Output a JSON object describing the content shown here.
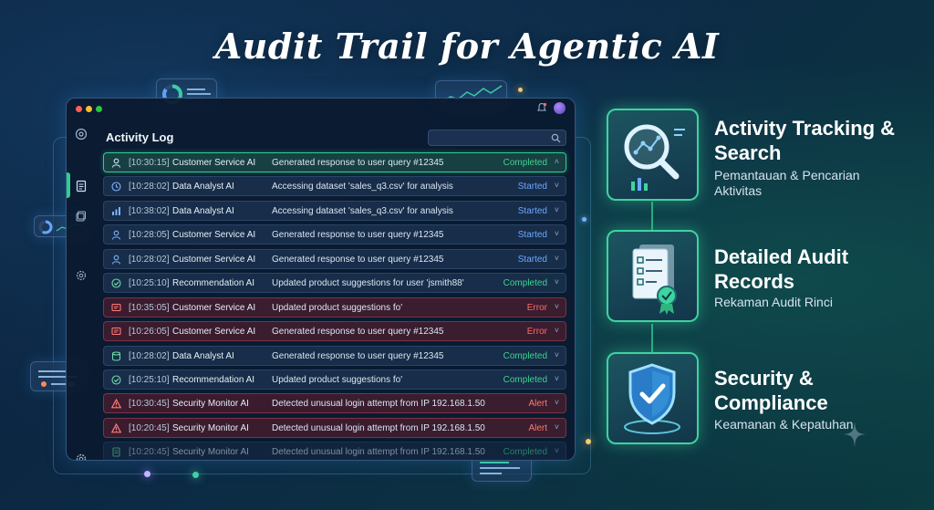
{
  "title": "Audit Trail for Agentic AI",
  "colors": {
    "accent": "#2fcf8f",
    "completed": "#3fd38f",
    "started": "#6aa8ff",
    "error": "#ff6b6b",
    "alert": "#ff7a6a"
  },
  "window": {
    "panel_title": "Activity Log",
    "search_icon": "search-icon",
    "rows": [
      {
        "icon": "user-icon",
        "time": "[10:30:15]",
        "agent": "Customer Service AI",
        "message": "Generated response to user query #12345",
        "status": "Completed",
        "kind": "completed",
        "chevron": "˄",
        "selected": true
      },
      {
        "icon": "clock-icon",
        "time": "[10:28:02]",
        "agent": "Data Analyst AI",
        "message": "Accessing dataset 'sales_q3.csv' for analysis",
        "status": "Started",
        "kind": "started",
        "chevron": "˅"
      },
      {
        "icon": "bar-chart-icon",
        "time": "[10:38:02]",
        "agent": "Data Analyst AI",
        "message": "Accessing dataset 'sales_q3.csv' for analysis",
        "status": "Started",
        "kind": "started",
        "chevron": "˅"
      },
      {
        "icon": "user-icon",
        "time": "[10:28:05]",
        "agent": "Customer Service AI",
        "message": "Generated response to user query #12345",
        "status": "Started",
        "kind": "started",
        "chevron": "˅"
      },
      {
        "icon": "user-icon",
        "time": "[10:28:02]",
        "agent": "Customer Service AI",
        "message": "Generated response to user query #12345",
        "status": "Started",
        "kind": "started",
        "chevron": "˅"
      },
      {
        "icon": "check-circle-icon",
        "time": "[10:25:10]",
        "agent": "Recommendation AI",
        "message": "Updated product suggestions for user 'jsmith88'",
        "status": "Completed",
        "kind": "completed",
        "chevron": "˅"
      },
      {
        "icon": "chat-icon",
        "time": "[10:35:05]",
        "agent": "Customer Service AI",
        "message": "Updated product suggestions fo'",
        "status": "Error",
        "kind": "error",
        "chevron": "˅"
      },
      {
        "icon": "chat-icon",
        "time": "[10:26:05]",
        "agent": "Customer Service AI",
        "message": "Generated response to user query #12345",
        "status": "Error",
        "kind": "error",
        "chevron": "˅"
      },
      {
        "icon": "database-icon",
        "time": "[10:28:02]",
        "agent": "Data Analyst AI",
        "message": "Generated response to user query #12345",
        "status": "Completed",
        "kind": "completed",
        "chevron": "˅"
      },
      {
        "icon": "check-circle-icon",
        "time": "[10:25:10]",
        "agent": "Recommendation AI",
        "message": "Updated product suggestions fo'",
        "status": "Completed",
        "kind": "completed",
        "chevron": "˅"
      },
      {
        "icon": "warning-icon",
        "time": "[10:30:45]",
        "agent": "Security Monitor AI",
        "message": "Detected unusual login attempt from IP 192.168.1.50",
        "status": "Alert",
        "kind": "alert",
        "chevron": "˅"
      },
      {
        "icon": "warning-icon",
        "time": "[10:20:45]",
        "agent": "Security Monitor AI",
        "message": "Detected unusual login attempt from IP 192.168.1.50",
        "status": "Alert",
        "kind": "alert",
        "chevron": "˅"
      },
      {
        "icon": "document-icon",
        "time": "[10:20:45]",
        "agent": "Security Monitor AI",
        "message": "Detected unusual login attempt from IP 192.168.1.50",
        "status": "Completed",
        "kind": "completed",
        "chevron": "˅",
        "faded": true
      }
    ]
  },
  "features": [
    {
      "icon": "magnifier-chart-icon",
      "title": "Activity Tracking & Search",
      "subtitle": "Pemantauan & Pencarian Aktivitas"
    },
    {
      "icon": "audit-documents-icon",
      "title": "Detailed Audit Records",
      "subtitle": "Rekaman Audit Rinci"
    },
    {
      "icon": "shield-check-icon",
      "title": "Security & Compliance",
      "subtitle": "Keamanan & Kepatuhan"
    }
  ]
}
